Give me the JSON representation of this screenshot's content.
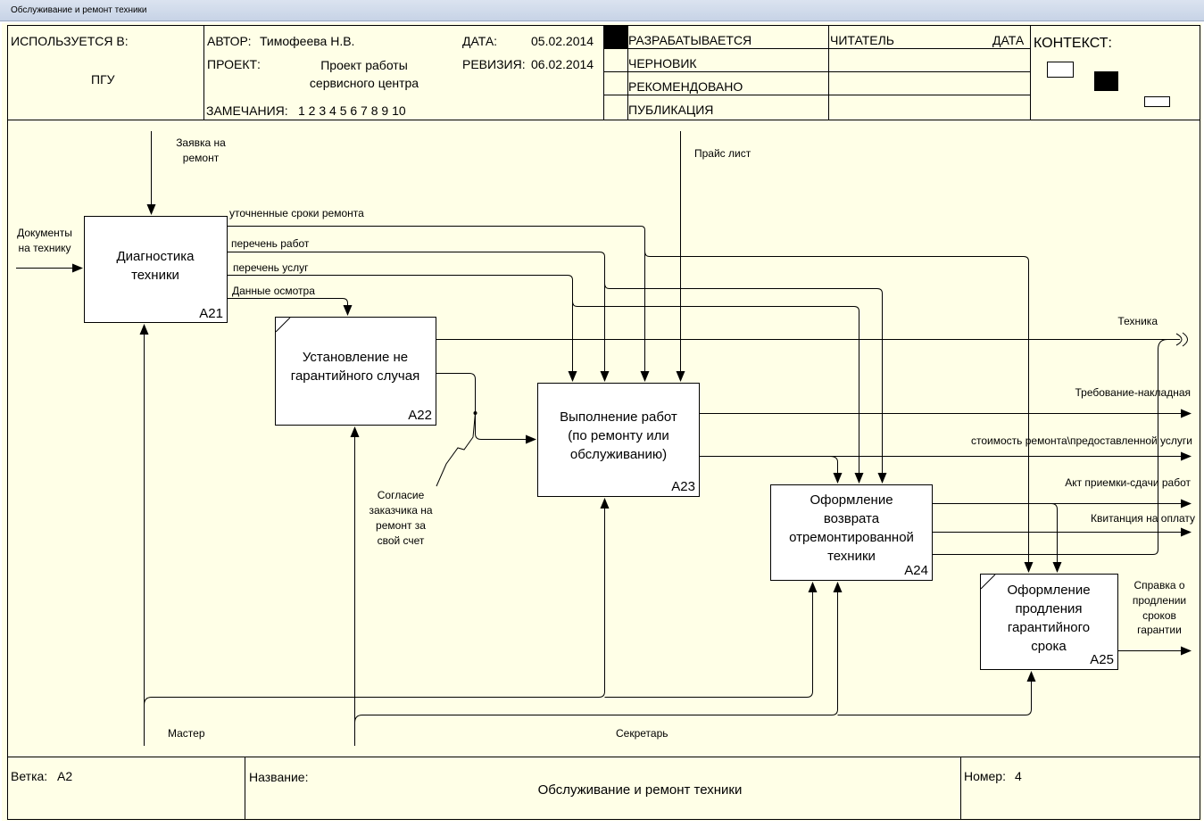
{
  "window": {
    "title": "Обслуживание и ремонт техники"
  },
  "header": {
    "used_in_label": "ИСПОЛЬЗУЕТСЯ В:",
    "used_in_value": "ПГУ",
    "author_label": "АВТОР:",
    "author_value": "Тимофеева Н.В.",
    "project_label": "ПРОЕКТ:",
    "project_value_line1": "Проект работы",
    "project_value_line2": "сервисного центра",
    "notes_label": "ЗАМЕЧАНИЯ:",
    "notes_value": "1 2 3 4 5 6 7 8 9 10",
    "date_label": "ДАТА:",
    "date_value": "05.02.2014",
    "revision_label": "РЕВИЗИЯ:",
    "revision_value": "06.02.2014",
    "statuses": [
      "РАЗРАБАТЫВАЕТСЯ",
      "ЧЕРНОВИК",
      "РЕКОМЕНДОВАНО",
      "ПУБЛИКАЦИЯ"
    ],
    "reader_label": "ЧИТАТЕЛЬ",
    "reader_date_label": "ДАТА",
    "context_label": "КОНТЕКСТ:"
  },
  "boxes": {
    "a21": {
      "line1": "Диагностика",
      "line2": "техники",
      "code": "A21"
    },
    "a22": {
      "line1": "Установление не",
      "line2": "гарантийного случая",
      "code": "A22"
    },
    "a23": {
      "line1": "Выполнение работ",
      "line2": "(по ремонту или",
      "line3": "обслуживанию)",
      "code": "A23"
    },
    "a24": {
      "line1": "Оформление",
      "line2": "возврата",
      "line3": "отремонтированной",
      "line4": "техники",
      "code": "A24"
    },
    "a25": {
      "line1": "Оформление",
      "line2": "продления",
      "line3": "гарантийного",
      "line4": "срока",
      "code": "A25"
    }
  },
  "arrows": {
    "zayavka1": "Заявка на",
    "zayavka2": "ремонт",
    "docs1": "Документы",
    "docs2": "на технику",
    "sroki": "уточненные сроки ремонта",
    "perechen_rabot": "перечень работ",
    "perechen_uslug": "перечень услуг",
    "dannye": "Данные осмотра",
    "price": "Прайс лист",
    "tehnika": "Техника",
    "trebovanie": "Требование-накладная",
    "stoimost": "стоимость ремонта\\предоставленной услуги",
    "akt": "Акт приемки-сдачи работ",
    "kvitanciya": "Квитанция на оплату",
    "spravka1": "Справка о",
    "spravka2": "продлении",
    "spravka3": "сроков",
    "spravka4": "гарантии",
    "soglasie1": "Согласие",
    "soglasie2": "заказчика на",
    "soglasie3": "ремонт за",
    "soglasie4": "свой счет",
    "master": "Мастер",
    "sekretar": "Секретарь"
  },
  "footer": {
    "branch_label": "Ветка:",
    "branch_value": "A2",
    "name_label": "Название:",
    "name_value": "Обслуживание и ремонт техники",
    "number_label": "Номер:",
    "number_value": "4"
  },
  "colors": {
    "background": "#ffffe7",
    "line": "#000000",
    "titlebar": "#c7d3e6"
  }
}
